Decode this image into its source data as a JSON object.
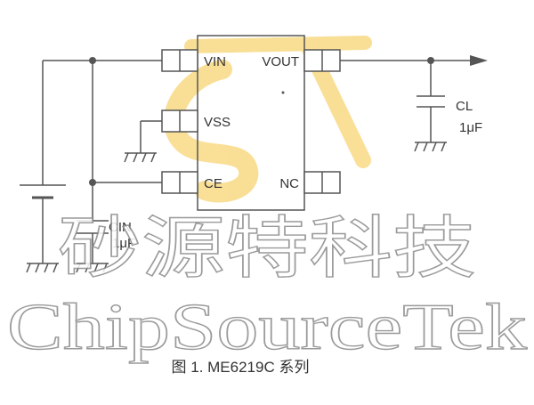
{
  "pins": {
    "vin": "VIN",
    "vout": "VOUT",
    "vss": "VSS",
    "ce": "CE",
    "nc": "NC"
  },
  "cap_in": {
    "name": "CIN",
    "value": "1μF"
  },
  "cap_load": {
    "name": "CL",
    "value": "1μF"
  },
  "watermark": {
    "cn": "砂源特科技",
    "en": "ChipSourceTek"
  },
  "caption": "图 1. ME6219C 系列",
  "colors": {
    "wire": "#555555",
    "pin_fill": "#ffffff",
    "logo": "#f5c542",
    "watermark_text": "#9a9a9a"
  }
}
